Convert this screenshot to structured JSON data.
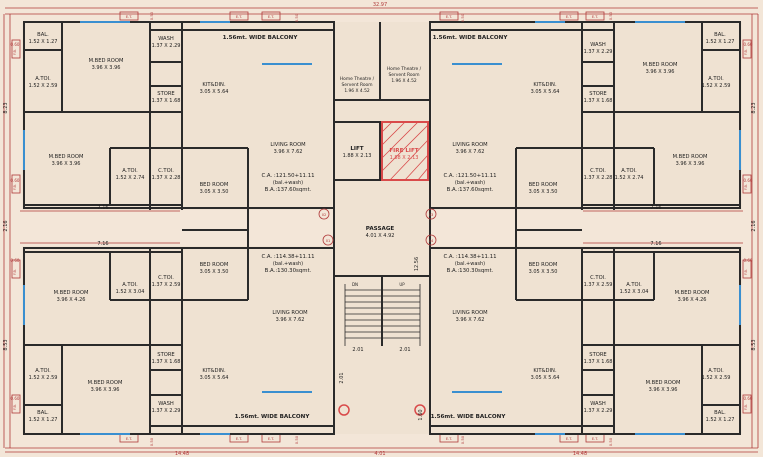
{
  "colors": {
    "background": "#f3e6d8",
    "room_fill": "#efe2d2",
    "wall": "#2a2a2a",
    "dimension": "#b03a3a",
    "fire_lift": "#d94a4a",
    "window": "#3a8fd0",
    "text": "#1e1e1e"
  },
  "top_dimension": "32.97",
  "bottom_dimension_left": "14.48",
  "bottom_dimension_center": "4.01",
  "bottom_dimension_right": "14.48",
  "side_dims": {
    "left_top": "8.23",
    "right_top": "8.23",
    "left_mid": "2.16",
    "right_mid": "2.16",
    "left_bottom": "8.53",
    "right_bottom": "8.53",
    "h_left_top": "7.16",
    "h_right_top": "7.16",
    "h_left_bottom": "7.16",
    "h_right_bottom": "7.16",
    "passage_v": "12.56",
    "stair_left": "2.01",
    "stair_right": "2.01",
    "stair_v": "2.01",
    "stair_v2": "1.60"
  },
  "ticks": {
    "et": "E.T.",
    "fb": "F.B.",
    "d060": "0.60",
    "d050": "0.50"
  },
  "rooms": [
    {
      "id": "tl-bal",
      "name": "BAL.",
      "size": "1.52 X 1.27"
    },
    {
      "id": "tl-mbed",
      "name": "M.BED ROOM",
      "size": "3.96 X 3.96"
    },
    {
      "id": "tl-wash",
      "name": "WASH",
      "size": "1.37 X 2.29"
    },
    {
      "id": "tl-balcony",
      "name": "1.56mt. WIDE BALCONY",
      "size": ""
    },
    {
      "id": "tl-atoi",
      "name": "A.TOI.",
      "size": "1.52 X 2.59"
    },
    {
      "id": "tl-store",
      "name": "STORE",
      "size": "1.37 X 1.68"
    },
    {
      "id": "tl-kit",
      "name": "KIT&DIN.",
      "size": "3.05 X 5.64"
    },
    {
      "id": "tl-mbed2",
      "name": "M.BED ROOM",
      "size": "3.96 X 3.96"
    },
    {
      "id": "tl-atoi2",
      "name": "A.TOI.",
      "size": "1.52 X 2.74"
    },
    {
      "id": "tl-ctoi",
      "name": "C.TOI.",
      "size": "1.37 X 2.28"
    },
    {
      "id": "tl-bed",
      "name": "BED ROOM",
      "size": "3.05 X 3.50"
    },
    {
      "id": "tl-living",
      "name": "LIVING ROOM",
      "size": "3.96 X 7.62"
    },
    {
      "id": "ht-left",
      "name": "Home Theatre / Servent Room",
      "size": "1.96 X 4.52"
    },
    {
      "id": "ht-right",
      "name": "Home Theatre / Servent Room",
      "size": "1.96 X 4.52"
    },
    {
      "id": "lift",
      "name": "LIFT",
      "size": "1.88 X 2.13"
    },
    {
      "id": "fire-lift",
      "name": "FIRE LIFT",
      "size": "1.88 X 2.13"
    },
    {
      "id": "passage",
      "name": "PASSAGE",
      "size": "4.01 X 4.92"
    },
    {
      "id": "tr-balcony",
      "name": "1.56mt. WIDE BALCONY",
      "size": ""
    },
    {
      "id": "tr-wash",
      "name": "WASH",
      "size": "1.37 X 2.29"
    },
    {
      "id": "tr-mbed",
      "name": "M.BED ROOM",
      "size": "3.96 X 3.96"
    },
    {
      "id": "tr-bal",
      "name": "BAL.",
      "size": "1.52 X 1.27"
    },
    {
      "id": "tr-kit",
      "name": "KIT&DIN.",
      "size": "3.05 X 5.64"
    },
    {
      "id": "tr-store",
      "name": "STORE",
      "size": "1.37 X 1.68"
    },
    {
      "id": "tr-atoi",
      "name": "A.TOI.",
      "size": "1.52 X 2.59"
    },
    {
      "id": "tr-living",
      "name": "LIVING ROOM",
      "size": "3.96 X 7.62"
    },
    {
      "id": "tr-ctoi",
      "name": "C.TOI.",
      "size": "1.37 X 2.28"
    },
    {
      "id": "tr-atoi2",
      "name": "A.TOI.",
      "size": "1.52 X 2.74"
    },
    {
      "id": "tr-mbed2",
      "name": "M.BED ROOM",
      "size": "3.96 X 3.96"
    },
    {
      "id": "tr-bed",
      "name": "BED ROOM",
      "size": "3.05 X 3.50"
    },
    {
      "id": "bl-bed",
      "name": "BED ROOM",
      "size": "3.05 X 3.50"
    },
    {
      "id": "bl-ctoi",
      "name": "C.TOI.",
      "size": "1.37 X 2.59"
    },
    {
      "id": "bl-atoi",
      "name": "A.TOI.",
      "size": "1.52 X 3.04"
    },
    {
      "id": "bl-mbed",
      "name": "M.BED ROOM",
      "size": "3.96 X 4.26"
    },
    {
      "id": "bl-living",
      "name": "LIVING ROOM",
      "size": "3.96 X 7.62"
    },
    {
      "id": "bl-store",
      "name": "STORE",
      "size": "1.37 X 1.68"
    },
    {
      "id": "bl-atoi2",
      "name": "A.TOI.",
      "size": "1.52 X 2.59"
    },
    {
      "id": "bl-mbed2",
      "name": "M.BED ROOM",
      "size": "3.96 X 3.96"
    },
    {
      "id": "bl-kit",
      "name": "KIT&DIN.",
      "size": "3.05 X 5.64"
    },
    {
      "id": "bl-wash",
      "name": "WASH",
      "size": "1.37 X 2.29"
    },
    {
      "id": "bl-bal",
      "name": "BAL.",
      "size": "1.52 X 1.27"
    },
    {
      "id": "bl-balcony",
      "name": "1.56mt. WIDE BALCONY",
      "size": ""
    },
    {
      "id": "br-bed",
      "name": "BED ROOM",
      "size": "3.05 X 3.50"
    },
    {
      "id": "br-ctoi",
      "name": "C.TOI.",
      "size": "1.37 X 2.59"
    },
    {
      "id": "br-atoi",
      "name": "A.TOI.",
      "size": "1.52 X 3.04"
    },
    {
      "id": "br-mbed",
      "name": "M.BED ROOM",
      "size": "3.96 X 4.26"
    },
    {
      "id": "br-living",
      "name": "LIVING ROOM",
      "size": "3.96 X 7.62"
    },
    {
      "id": "br-store",
      "name": "STORE",
      "size": "1.37 X 1.68"
    },
    {
      "id": "br-atoi2",
      "name": "A.TOI.",
      "size": "1.52 X 2.59"
    },
    {
      "id": "br-kit",
      "name": "KIT&DIN.",
      "size": "3.05 X 5.64"
    },
    {
      "id": "br-mbed2",
      "name": "M.BED ROOM",
      "size": "3.96 X 3.96"
    },
    {
      "id": "br-wash",
      "name": "WASH",
      "size": "1.37 X 2.29"
    },
    {
      "id": "br-bal",
      "name": "BAL.",
      "size": "1.52 X 1.27"
    },
    {
      "id": "br-balcony",
      "name": "1.56mt. WIDE BALCONY",
      "size": ""
    }
  ],
  "areas": [
    {
      "id": "area-tl",
      "ca": "C.A. :121.50+11.11",
      "note": "(bal.+wash)",
      "ba": "B.A.:137.60sqmt.",
      "flat": "02"
    },
    {
      "id": "area-tr",
      "ca": "C.A. :121.50+11.11",
      "note": "(bal.+wash)",
      "ba": "B.A.:137.60sqmt.",
      "flat": "03"
    },
    {
      "id": "area-bl",
      "ca": "C.A. :114.38+11.11",
      "note": "(bal.+wash)",
      "ba": "B.A.:130.30sqmt.",
      "flat": "01"
    },
    {
      "id": "area-br",
      "ca": "C.A. :114.38+11.11",
      "note": "(bal.+wash)",
      "ba": "B.A.:130.30sqmt.",
      "flat": "04"
    }
  ],
  "stair": {
    "down": "DN",
    "up": "UP"
  }
}
